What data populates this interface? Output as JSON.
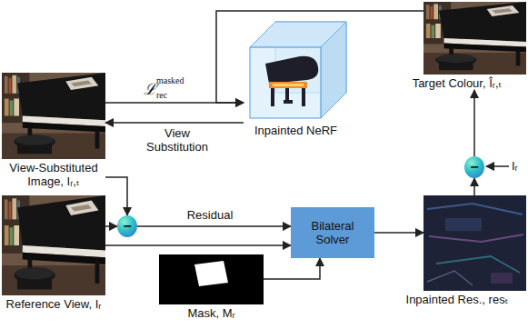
{
  "diagram": {
    "nodes": [
      {
        "text": [
          "View-Substituted Image, Iᵣ,ₜ"
        ]
      },
      {
        "text": [
          "Inpainted NeRF"
        ]
      },
      {
        "text": [
          "Target Colour, Îᵣ,ₜ"
        ]
      },
      {
        "text": [
          "Reference View, Iᵣ"
        ]
      },
      {
        "text": [
          "Mask, Mᵣ"
        ]
      },
      {
        "text": [
          "Bilateral Solver"
        ]
      },
      {
        "text": [
          "Inpainted Res., resₜ"
        ]
      },
      {
        "text": [
          "−"
        ]
      },
      {
        "text": [
          "−"
        ]
      }
    ],
    "edges": [
      {
        "from": 0,
        "to": 1,
        "arrow": "to"
      },
      {
        "from": 2,
        "to": 1,
        "arrow": "to"
      },
      {
        "from": 1,
        "to": 0,
        "label": "View Substitution",
        "arrow": "to"
      },
      {
        "from": 0,
        "to": 7,
        "arrow": "to"
      },
      {
        "from": 3,
        "to": 7,
        "arrow": "to"
      },
      {
        "from": 7,
        "to": 5,
        "label": "Residual",
        "arrow": "to"
      },
      {
        "from": 3,
        "to": 5,
        "arrow": "to"
      },
      {
        "from": 4,
        "to": 5,
        "arrow": "to"
      },
      {
        "from": 5,
        "to": 6,
        "arrow": "to"
      },
      {
        "from": 6,
        "to": 8,
        "arrow": "to"
      },
      {
        "from": 8,
        "to": 2,
        "arrow": "to"
      }
    ],
    "labels": [
      "ℒ",
      "masked",
      "rec",
      "Iᵣ"
    ]
  }
}
